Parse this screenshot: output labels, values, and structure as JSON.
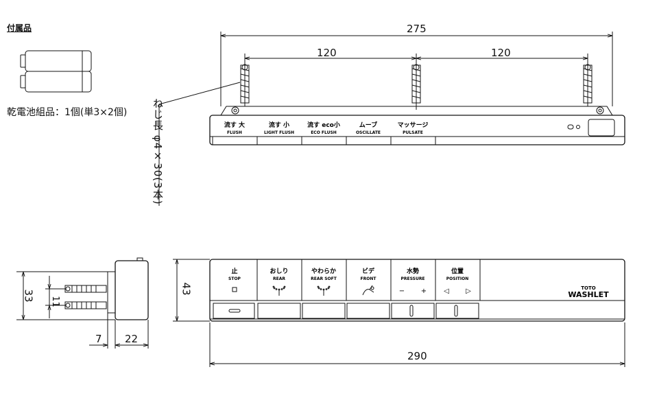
{
  "accessories": {
    "title": "付属品",
    "battery_label": "乾電池組品：1個(単3×2個)"
  },
  "screw_note": "ねじ長 φ4×30(3本)",
  "dimensions": {
    "overall_top": "275",
    "spacing_left": "120",
    "spacing_right": "120",
    "overall_bottom": "290",
    "front_height": "43",
    "side_height": "33",
    "side_inner": "11",
    "side_gap": "7",
    "side_depth": "22"
  },
  "top_panel_buttons": [
    {
      "jp": "流す 大",
      "en": "FLUSH"
    },
    {
      "jp": "流す 小",
      "en": "LIGHT FLUSH"
    },
    {
      "jp": "流す eco小",
      "en": "ECO FLUSH"
    },
    {
      "jp": "ムーブ",
      "en": "OSCILLATE"
    },
    {
      "jp": "マッサージ",
      "en": "PULSATE"
    }
  ],
  "front_panel_buttons": [
    {
      "jp": "止",
      "en": "STOP",
      "icon": "stop-square-icon"
    },
    {
      "jp": "おしり",
      "en": "REAR",
      "icon": "rear-spray-icon"
    },
    {
      "jp": "やわらか",
      "en": "REAR SOFT",
      "icon": "soft-spray-icon"
    },
    {
      "jp": "ビデ",
      "en": "FRONT",
      "icon": "bidet-icon"
    },
    {
      "jp": "水勢",
      "en": "PRESSURE",
      "sub": [
        "−",
        "+"
      ]
    },
    {
      "jp": "位置",
      "en": "POSITION",
      "sub": [
        "◁",
        "▷"
      ]
    }
  ],
  "brand": {
    "top": "TOTO",
    "main": "WASHLET"
  },
  "colors": {
    "line": "#111111",
    "panel_fill": "#ffffff"
  }
}
